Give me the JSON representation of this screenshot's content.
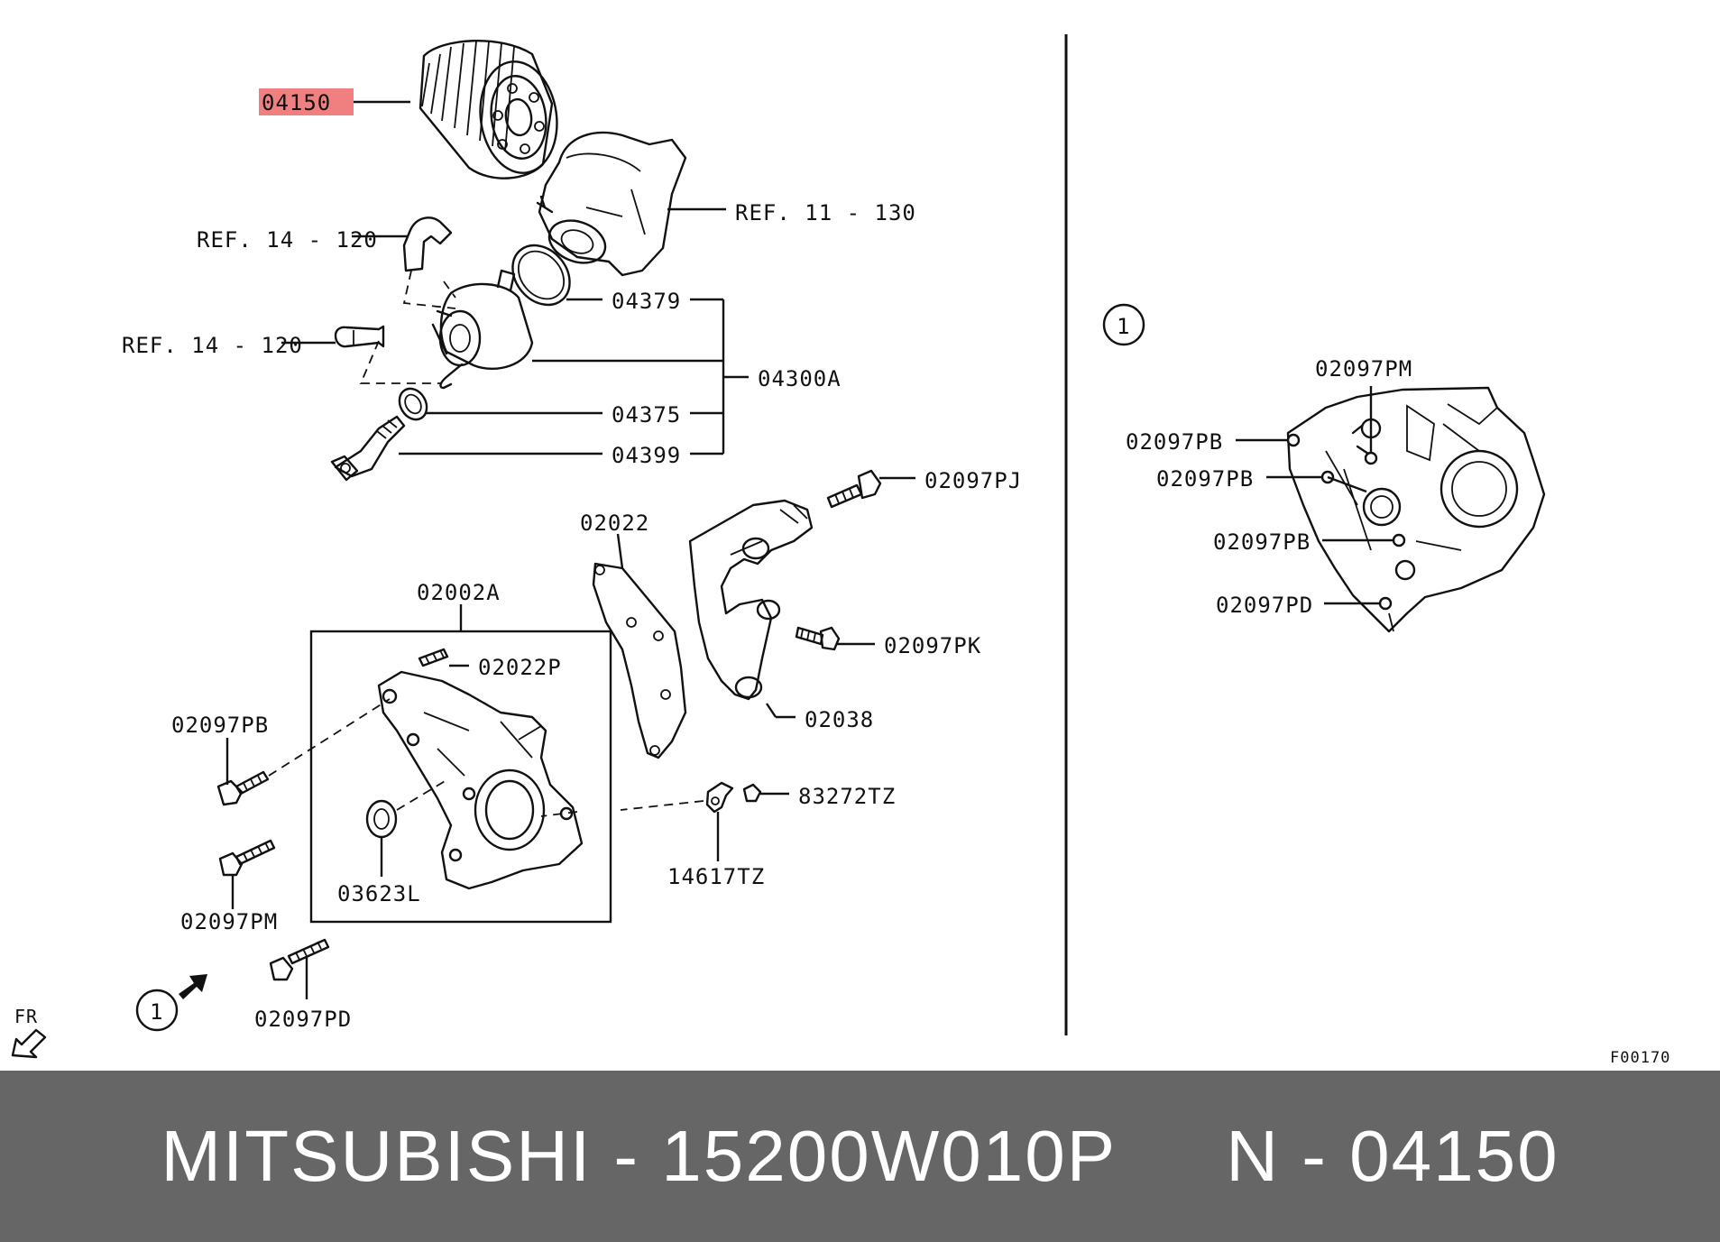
{
  "diagram": {
    "labels": {
      "part_04150": "04150",
      "ref_11_130": "REF. 11 - 130",
      "ref_14_120_a": "REF. 14 - 120",
      "ref_14_120_b": "REF. 14 - 120",
      "part_04379": "04379",
      "part_04300a": "04300A",
      "part_04375": "04375",
      "part_04399": "04399",
      "part_02097pj": "02097PJ",
      "part_02022": "02022",
      "part_02002a": "02002A",
      "part_02022p": "02022P",
      "part_02097pk": "02097PK",
      "part_02038": "02038",
      "part_02097pb_left": "02097PB",
      "part_83272tz": "83272TZ",
      "part_14617tz": "14617TZ",
      "part_03623l": "03623L",
      "part_02097pm_left": "02097PM",
      "part_02097pd_left": "02097PD",
      "view_ref_left": "1",
      "view_ref_right": "1",
      "fr_label": "FR",
      "part_02097pm_right": "02097PM",
      "part_02097pb_r1": "02097PB",
      "part_02097pb_r2": "02097PB",
      "part_02097pb_r3": "02097PB",
      "part_02097pd_right": "02097PD",
      "figure_code": "F00170"
    },
    "highlight_color": "#f08080",
    "line_color": "#111111"
  },
  "footer": {
    "brand": "MITSUBISHI",
    "separator": " - ",
    "part_number": "15200W010P",
    "gap": "     ",
    "ref_prefix": "N - ",
    "ref_number": "04150",
    "background": "#666666",
    "text_color": "#ffffff"
  }
}
